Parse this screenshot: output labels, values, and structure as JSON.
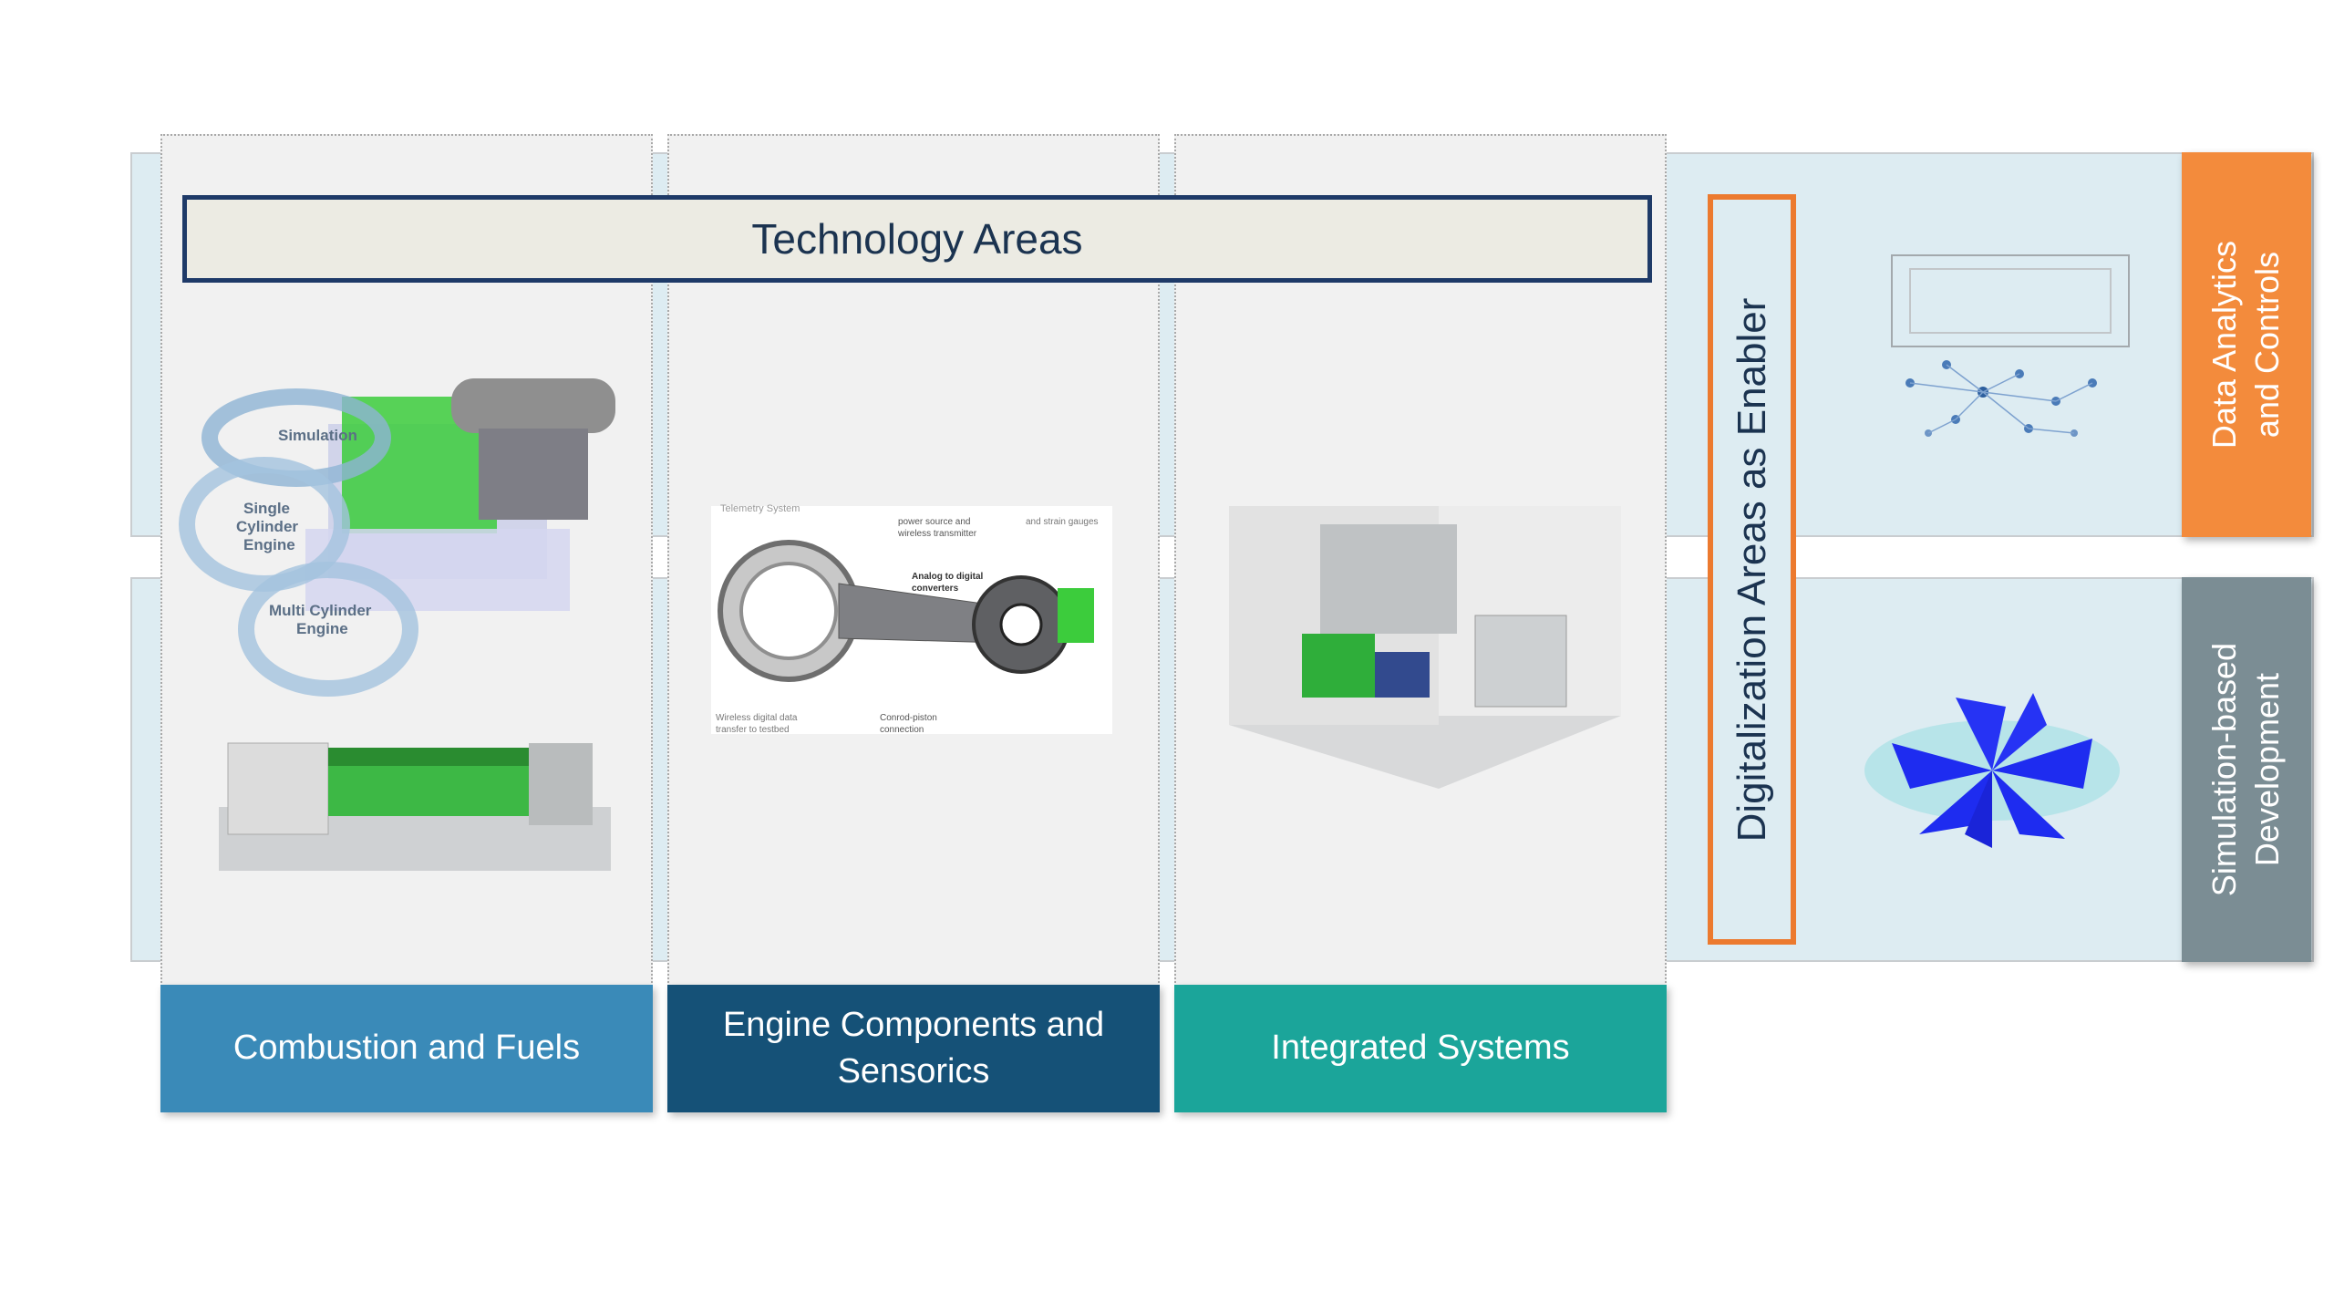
{
  "header": {
    "title": "Technology Areas"
  },
  "columns": [
    {
      "label": "Combustion and Fuels",
      "color": "#3a8ab8"
    },
    {
      "label_line1": "Engine Components and",
      "label_line2": "Sensorics",
      "color": "#155177"
    },
    {
      "label": "Integrated Systems",
      "color": "#1ba59a"
    }
  ],
  "enabler": {
    "label": "Digitalization  Areas as Enabler",
    "border_color": "#ec7a2f"
  },
  "side_tabs": [
    {
      "line1": "Data Analytics",
      "line2": "and Controls",
      "color": "#f38b3c"
    },
    {
      "line1": "Simulation-based",
      "line2": "Development",
      "color": "#7b8d94"
    }
  ],
  "illustrations": {
    "cycle_labels": [
      "Simulation",
      "Single",
      "Cylinder",
      "Engine",
      "Multi Cylinder",
      "Engine"
    ],
    "conrod_labels": {
      "telemetry": "Telemetry System",
      "power": "power source and",
      "wireless_tx": "wireless transmitter",
      "strain": "and strain gauges",
      "adc1": "Analog to digital",
      "adc2": "converters",
      "wireless1": "Wireless digital data",
      "wireless2": "transfer to testbed",
      "conrod1": "Conrod-piston",
      "conrod2": "connection"
    }
  }
}
